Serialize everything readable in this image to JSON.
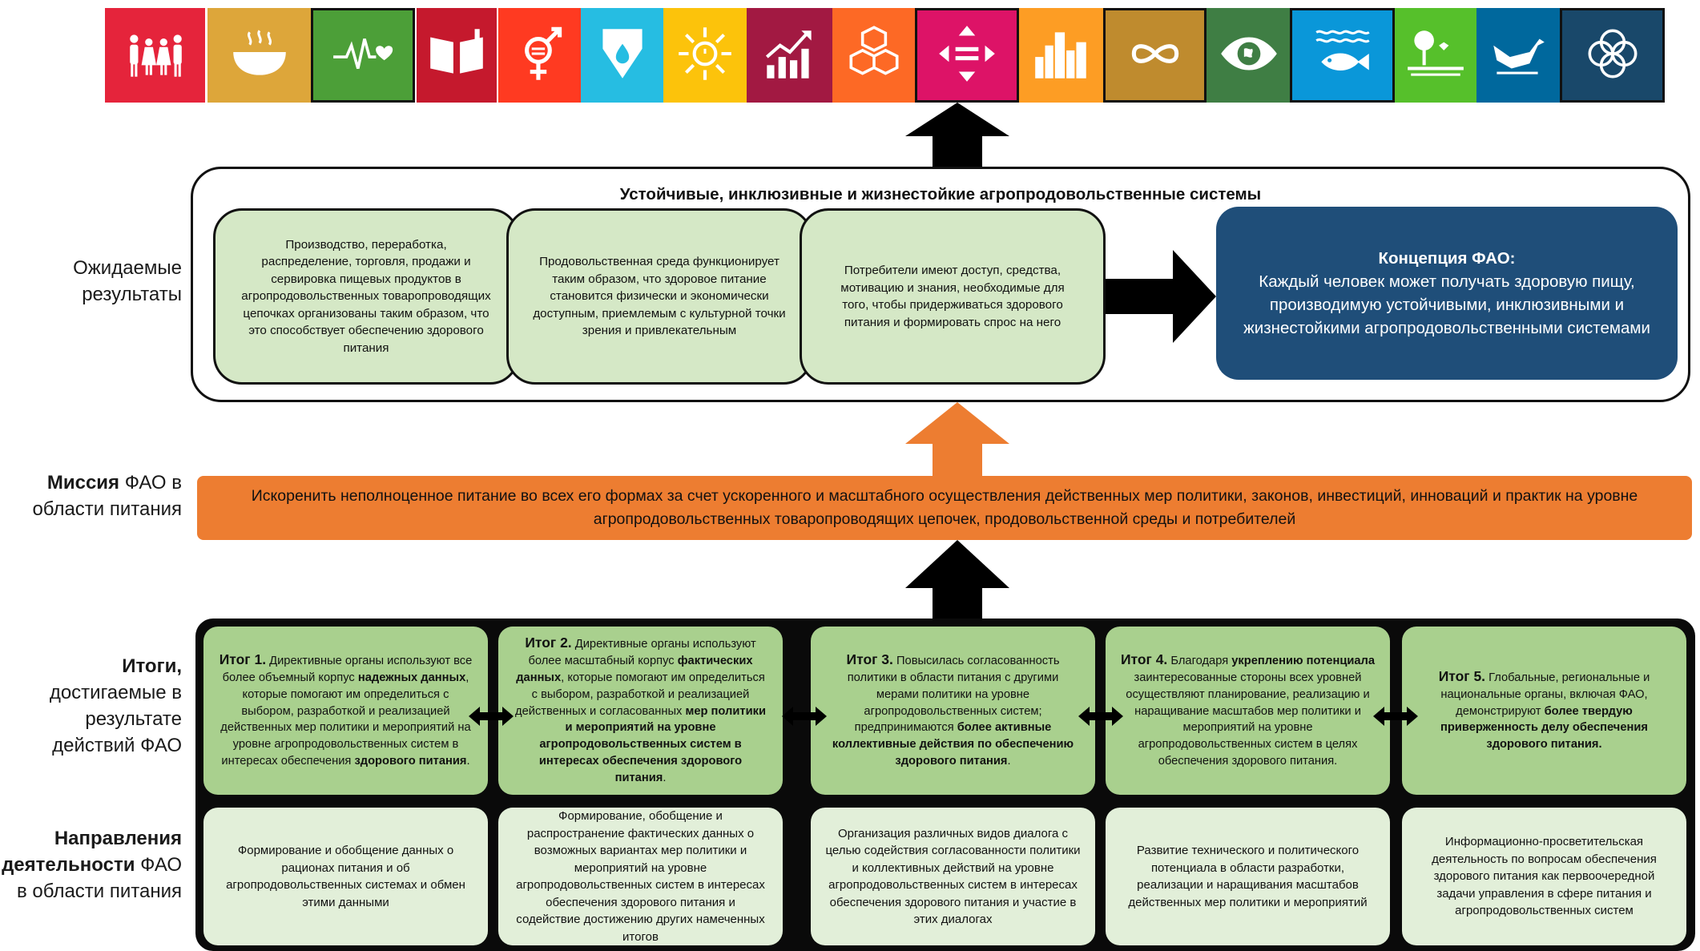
{
  "sdg_icons": [
    {
      "icon": "family-icon",
      "color": "#e5243b"
    },
    {
      "icon": "bowl-icon",
      "color": "#dda63a"
    },
    {
      "icon": "heartbeat-icon",
      "color": "#4c9f38"
    },
    {
      "icon": "book-icon",
      "color": "#c5192d"
    },
    {
      "icon": "gender-equality-icon",
      "color": "#ff3a21"
    },
    {
      "icon": "water-drop-icon",
      "color": "#26bde2"
    },
    {
      "icon": "sun-icon",
      "color": "#fcc30b"
    },
    {
      "icon": "growth-chart-icon",
      "color": "#a21942"
    },
    {
      "icon": "cubes-icon",
      "color": "#fd6925"
    },
    {
      "icon": "equality-arrows-icon",
      "color": "#dd1367"
    },
    {
      "icon": "city-icon",
      "color": "#fd9d24"
    },
    {
      "icon": "infinity-icon",
      "color": "#bf8b2e"
    },
    {
      "icon": "eye-earth-icon",
      "color": "#3f7e44"
    },
    {
      "icon": "fish-icon",
      "color": "#0a97d9"
    },
    {
      "icon": "tree-icon",
      "color": "#56c02b"
    },
    {
      "icon": "dove-icon",
      "color": "#00689d"
    },
    {
      "icon": "partnership-flower-icon",
      "color": "#19486a"
    }
  ],
  "labels": {
    "expected_line1": "Ожидаемые",
    "expected_line2": "результаты",
    "mission_bold": "Миссия",
    "mission_rest1": " ФАО в",
    "mission_line2": "области питания",
    "results_bold": "Итоги,",
    "results_line2": "достигаемые в",
    "results_line3": "результате",
    "results_line4": "действий ФАО",
    "dir_bold1": "Направления",
    "dir_bold2": "деятельности",
    "dir_rest2": " ФАО",
    "dir_line3": "в области питания"
  },
  "outcomes": {
    "title": "Устойчивые, инклюзивные и жизнестойкие агропродовольственные системы",
    "boxes": [
      "Производство, переработка, распределение, торговля, продажи и сервировка пищевых продуктов в агропродовольственных товаропроводящих цепочках организованы таким образом, что это способствует обеспечению здорового питания",
      "Продовольственная среда функционирует таким образом, что здоровое питание становится физически и экономически доступным, приемлемым с культурной точки зрения и привлекательным",
      "Потребители имеют доступ, средства, мотивацию и знания, необходимые для того, чтобы придерживаться здорового питания и формировать спрос на него"
    ],
    "vision_title": "Концепция ФАО:",
    "vision_line1": "Каждый человек может получать здоровую пищу,",
    "vision_line2": "производимую устойчивыми, инклюзивными и жизнестойкими агропродовольственными системами"
  },
  "mission_text": "Искоренить неполноценное питание во всех его формах за счет ускоренного и масштабного осуществления действенных мер политики, законов, инвестиций, инноваций и практик на уровне агропродовольственных товаропроводящих цепочек, продовольственной среды и потребителей",
  "results": [
    {
      "t": "Итог 1.",
      "a": " Директивные органы используют все более объемный корпус ",
      "b": "надежных данных",
      "c": ", которые помогают им определиться с выбором, разработкой и реализацией действенных мер политики и мероприятий на уровне агропродовольственных систем в интересах обеспечения ",
      "d": "здорового питания",
      "e": "."
    },
    {
      "t": "Итог 2.",
      "a": " Директивные органы используют более масштабный корпус ",
      "b": "фактических данных",
      "c": ", которые помогают им определиться с выбором, разработкой и реализацией действенных и согласованных ",
      "d": "мер политики и мероприятий на уровне агропродовольственных систем в интересах обеспечения здорового питания",
      "e": "."
    },
    {
      "t": "Итог 3.",
      "a": " Повысилась согласованность политики в области питания с другими мерами политики на уровне агропродовольственных систем; предпринимаются ",
      "b": "более активные коллективные действия по обеспечению здорового питания",
      "c": ".",
      "d": "",
      "e": ""
    },
    {
      "t": "Итог 4.",
      "a": " Благодаря ",
      "b": "укреплению потенциала",
      "c": " заинтересованные стороны всех уровней осуществляют планирование, реализацию и наращивание масштабов мер политики и мероприятий на уровне агропродовольственных систем в целях обеспечения здорового питания.",
      "d": "",
      "e": ""
    },
    {
      "t": "Итог 5.",
      "a": " Глобальные, региональные и национальные органы, включая ФАО, демонстрируют ",
      "b": "более твердую приверженность делу обеспечения здорового питания.",
      "c": "",
      "d": "",
      "e": ""
    }
  ],
  "activities": [
    "Формирование и обобщение данных о рационах питания и об агропродовольственных системах и обмен этими данными",
    "Формирование, обобщение и распространение фактических данных о возможных вариантах мер политики и мероприятий на уровне агропродовольственных систем в интересах обеспечения здорового питания и содействие достижению других намеченных итогов",
    "Организация различных видов диалога с целью содействия согласованности политики и коллективных действий на уровне агропродовольственных систем в интересах обеспечения здорового питания и участие в этих диалогах",
    "Развитие технического и политического потенциала в области разработки, реализации и наращивания масштабов действенных мер политики и мероприятий",
    "Информационно-просветительская деятельность по вопросам обеспечения здорового питания как первоочередной задачи управления в сфере питания и агропродовольственных систем"
  ]
}
